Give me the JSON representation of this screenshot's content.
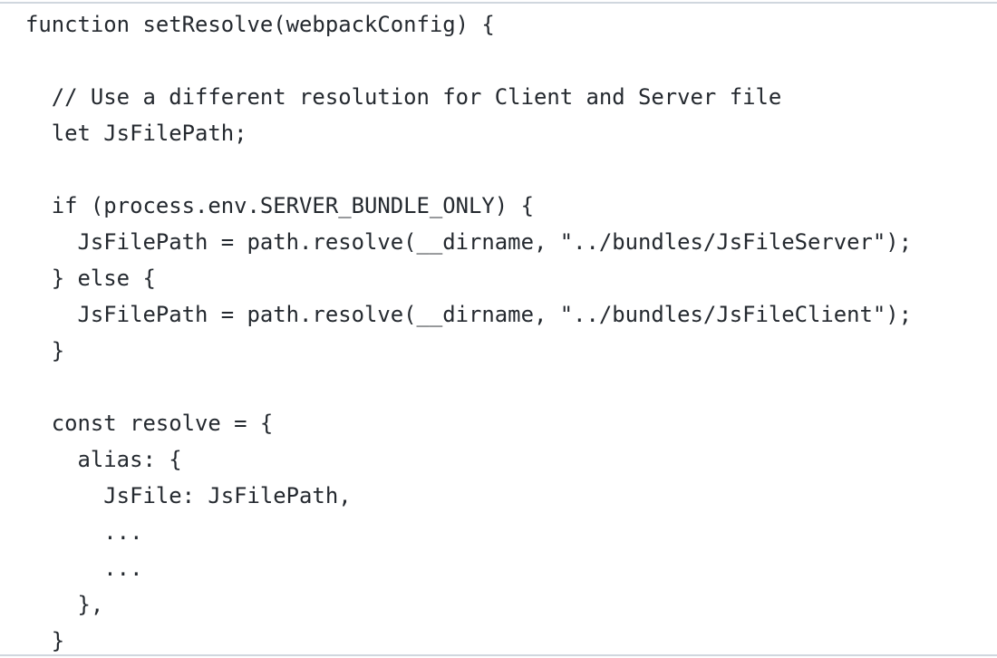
{
  "code_block": {
    "language": "javascript",
    "lines": [
      "function setResolve(webpackConfig) {",
      "",
      "  // Use a different resolution for Client and Server file",
      "  let JsFilePath;",
      "",
      "  if (process.env.SERVER_BUNDLE_ONLY) {",
      "    JsFilePath = path.resolve(__dirname, \"../bundles/JsFileServer\");",
      "  } else {",
      "    JsFilePath = path.resolve(__dirname, \"../bundles/JsFileClient\");",
      "  }",
      "",
      "  const resolve = {",
      "    alias: {",
      "      JsFile: JsFilePath,",
      "      ...",
      "      ...",
      "    },",
      "  }"
    ]
  },
  "colors": {
    "text": "#24292f",
    "background": "#ffffff",
    "border": "#d0d7de"
  }
}
